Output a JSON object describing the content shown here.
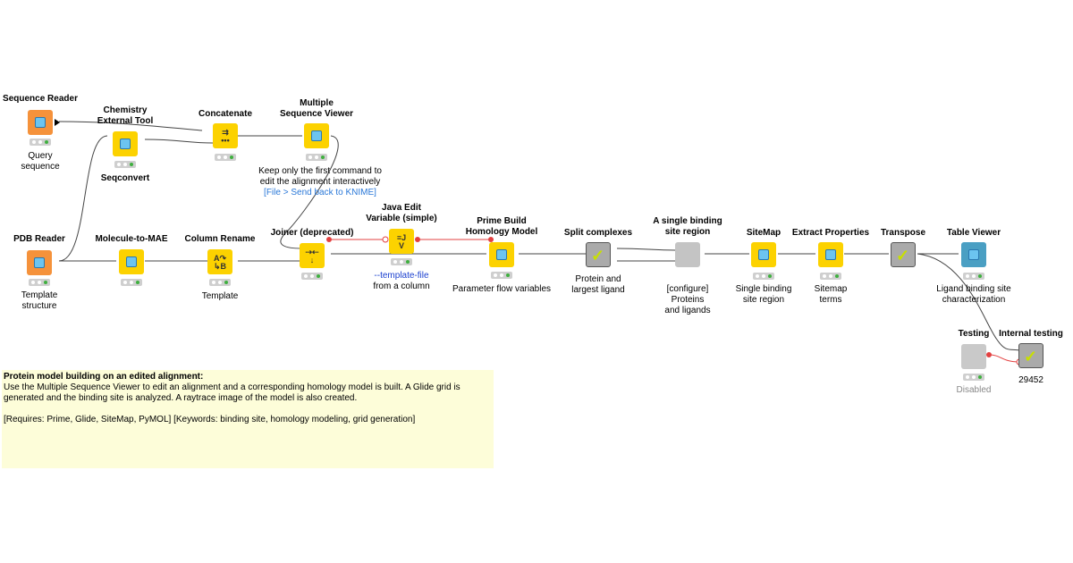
{
  "nodes": {
    "sequence_reader": {
      "title": "Sequence Reader",
      "caption": "Query sequence"
    },
    "chem_ext_tool": {
      "title_line1": "Chemistry",
      "title_line2": "External Tool",
      "caption": "Seqconvert"
    },
    "concatenate": {
      "title": "Concatenate"
    },
    "msv": {
      "title_line1": "Multiple",
      "title_line2": "Sequence Viewer"
    },
    "pdb_reader": {
      "title": "PDB Reader",
      "caption_line1": "Template",
      "caption_line2": "structure"
    },
    "mol_to_mae": {
      "title": "Molecule-to-MAE"
    },
    "col_rename": {
      "title": "Column Rename",
      "caption": "Template"
    },
    "joiner": {
      "title": "Joiner (deprecated)"
    },
    "java_edit": {
      "title_line1": "Java Edit",
      "title_line2": "Variable (simple)",
      "caption_line1": "--template-file",
      "caption_line2": "from a column"
    },
    "prime_build": {
      "title_line1": "Prime Build",
      "title_line2": "Homology Model",
      "caption": "Parameter flow variables"
    },
    "split_complexes": {
      "title": "Split complexes",
      "caption_line1": "Protein and",
      "caption_line2": "largest ligand"
    },
    "single_binding": {
      "title_line1": "A single binding",
      "title_line2": "site region",
      "caption_line1": "[configure]",
      "caption_line2": "Proteins",
      "caption_line3": "and ligands"
    },
    "sitemap": {
      "title": "SiteMap",
      "caption_line1": "Single binding",
      "caption_line2": "site region"
    },
    "extract_props": {
      "title": "Extract Properties",
      "caption_line1": "Sitemap",
      "caption_line2": "terms"
    },
    "transpose": {
      "title": "Transpose"
    },
    "table_viewer": {
      "title": "Table Viewer",
      "caption_line1": "Ligand binding site",
      "caption_line2": "characterization"
    },
    "testing": {
      "title": "Testing",
      "caption": "Disabled"
    },
    "internal_testing": {
      "title": "Internal testing",
      "caption": "29452"
    }
  },
  "annotation": {
    "line1": "Keep only the first command to",
    "line2": "edit the alignment interactively",
    "link": "[File > Send back to KNIME]"
  },
  "workflow_note": {
    "heading": "Protein model building on an edited alignment:",
    "body": "Use the Multiple Sequence Viewer to edit an alignment and a corresponding homology model is built. A Glide grid is generated and the binding site is analyzed. A raytrace image of the model is also created.",
    "requires": "[Requires: Prime, Glide, SiteMap, PyMOL] [Keywords: binding site, homology modeling, grid generation]"
  },
  "colors": {
    "source": "#f5923b",
    "manipulator": "#fcd200",
    "metanode": "#aaaaaa",
    "view": "#4a9fc3",
    "variable_connection": "#e34040"
  }
}
